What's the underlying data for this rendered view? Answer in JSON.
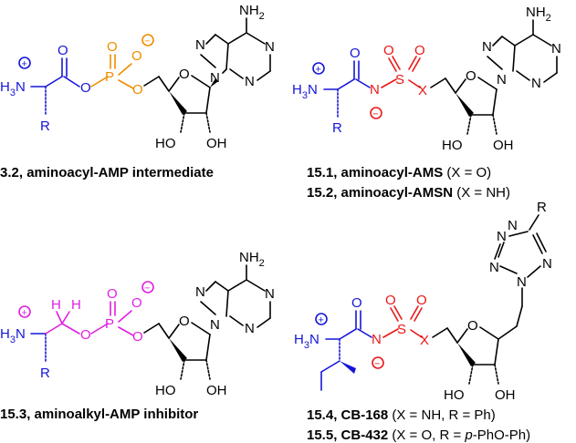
{
  "molecules": [
    {
      "id": "m32",
      "caption_num": "3.2,",
      "caption_name": "aminoacyl-AMP intermediate",
      "caption_extra": ""
    },
    {
      "id": "m151",
      "caption_num": "15.1, aminoacyl-AMS",
      "caption_extra": "(X = O)"
    },
    {
      "id": "m152",
      "caption_num": "15.2, aminoacyl-AMSN",
      "caption_extra": "(X = NH)"
    },
    {
      "id": "m153",
      "caption_num": "15.3, aminoalkyl-AMP inhibitor",
      "caption_extra": ""
    },
    {
      "id": "m154",
      "caption_num": "15.4, CB-168",
      "caption_extra": "(X = NH, R = Ph)"
    },
    {
      "id": "m155",
      "caption_num": "15.5, CB-432",
      "caption_extra_a": "(X = O, R = ",
      "caption_extra_b": "p",
      "caption_extra_c": "-PhO-Ph)"
    }
  ],
  "atoms": {
    "nh2": "NH",
    "two": "2",
    "n": "N",
    "o": "O",
    "p": "P",
    "s": "S",
    "x": "X",
    "r": "R",
    "h": "H",
    "ho": "HO",
    "oh": "OH",
    "h3n": "H",
    "three": "3",
    "minus": "−",
    "plus": "+"
  },
  "colors": {
    "amino": "#1515d8",
    "phosphate": "#f08c00",
    "sulfamate": "#e81818",
    "alkyl": "#e020e0",
    "scaffold": "#000000"
  }
}
